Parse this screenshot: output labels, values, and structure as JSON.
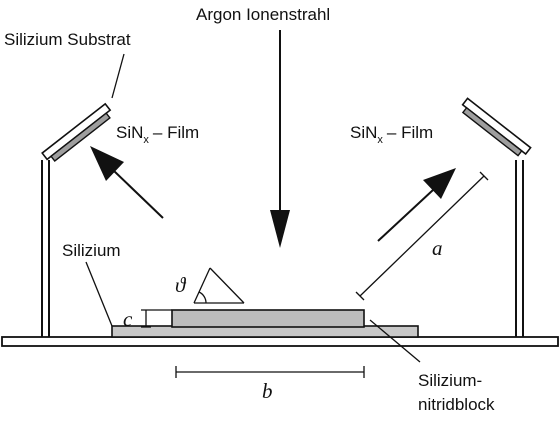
{
  "labels": {
    "beam": "Argon Ionenstrahl",
    "substrate": "Silizium Substrat",
    "film_left_main": "SiN",
    "film_left_sub": "x",
    "film_left_suffix": "– Film",
    "film_right_main": "SiN",
    "film_right_sub": "x",
    "film_right_suffix": "– Film",
    "silicon": "Silizium",
    "block_line1": "Silizium-",
    "block_line2": "nitridblock",
    "var_a": "a",
    "var_b": "b",
    "var_c": "c",
    "var_theta": "ϑ"
  },
  "colors": {
    "line": "#111111",
    "block_fill": "#bdbdbd",
    "film_fill": "#9e9e9e",
    "substrate_fill": "#ffffff",
    "background": "#ffffff"
  }
}
